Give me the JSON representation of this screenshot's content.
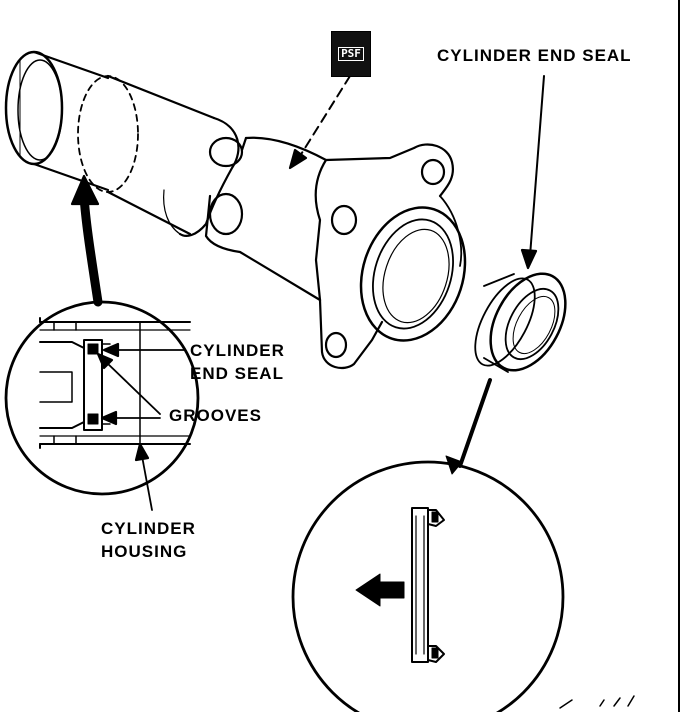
{
  "labels": {
    "psf": "PSF",
    "cylinder_end_seal_top": "CYLINDER END SEAL",
    "inset_end_seal_line1": "CYLINDER",
    "inset_end_seal_line2": "END SEAL",
    "grooves": "GROOVES",
    "housing_line1": "CYLINDER",
    "housing_line2": "HOUSING"
  },
  "icons": [
    "direction-arrow-icon"
  ],
  "colors": {
    "ink": "#000000",
    "paper": "#ffffff"
  }
}
